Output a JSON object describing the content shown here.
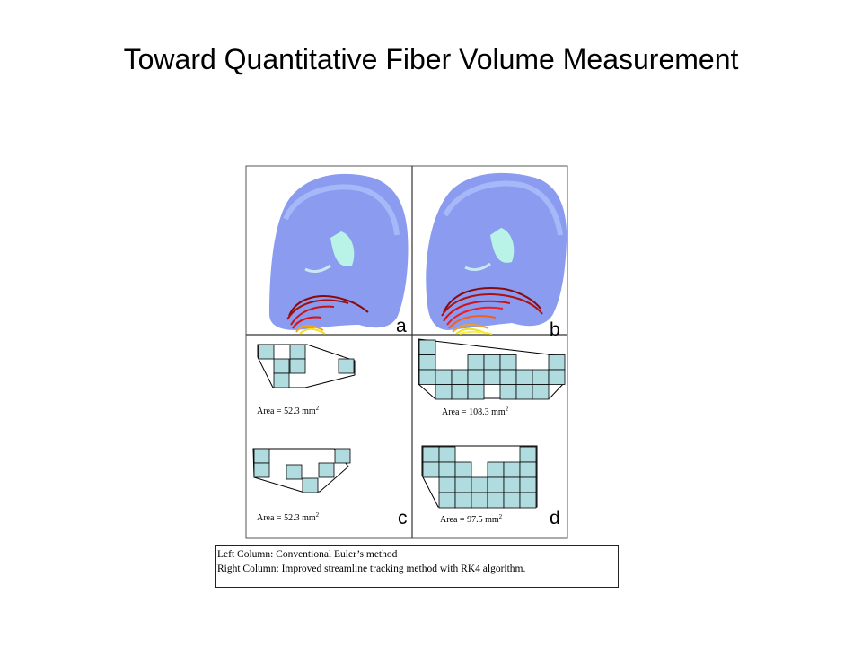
{
  "title": "Toward Quantitative Fiber Volume Measurement",
  "figure": {
    "panels": [
      {
        "label": "a"
      },
      {
        "label": "b"
      },
      {
        "label": "c"
      },
      {
        "label": "d"
      }
    ],
    "areas": {
      "c_top": {
        "text": "Area = 52.3 mm",
        "sup": "2"
      },
      "c_bottom": {
        "text": "Area = 52.3 mm",
        "sup": "2"
      },
      "d_top": {
        "text": "Area = 108.3 mm",
        "sup": "2"
      },
      "d_bottom": {
        "text": "Area = 97.5 mm",
        "sup": "2"
      }
    },
    "colors": {
      "brain": "#8a9bf0",
      "brain_light": "#a6b8f8",
      "ventricle": "#b9f2e6",
      "grid_cell": "#b0dce0",
      "fiber_dark": "#8a0a0a",
      "fiber_red": "#e01010",
      "fiber_yellow": "#f0e020"
    }
  },
  "caption": {
    "line1": "Left Column: Conventional Euler’s method",
    "line2": "Right Column: Improved streamline tracking method with RK4 algorithm."
  }
}
